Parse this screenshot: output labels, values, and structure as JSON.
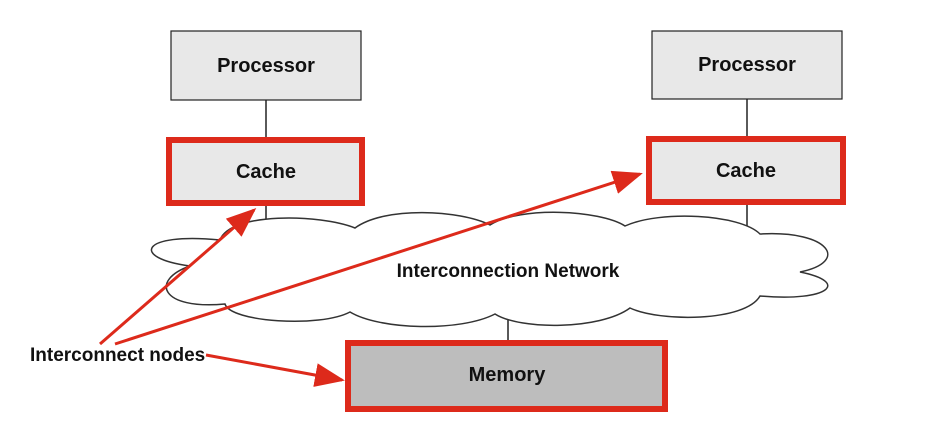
{
  "diagram": {
    "processor_left": "Processor",
    "processor_right": "Processor",
    "cache_left": "Cache",
    "cache_right": "Cache",
    "network": "Interconnection Network",
    "memory": "Memory",
    "callout": "Interconnect nodes"
  },
  "colors": {
    "highlight": "#dd2a1b",
    "box_fill": "#e8e8e8",
    "memory_fill": "#bdbdbd",
    "stroke": "#222222"
  }
}
